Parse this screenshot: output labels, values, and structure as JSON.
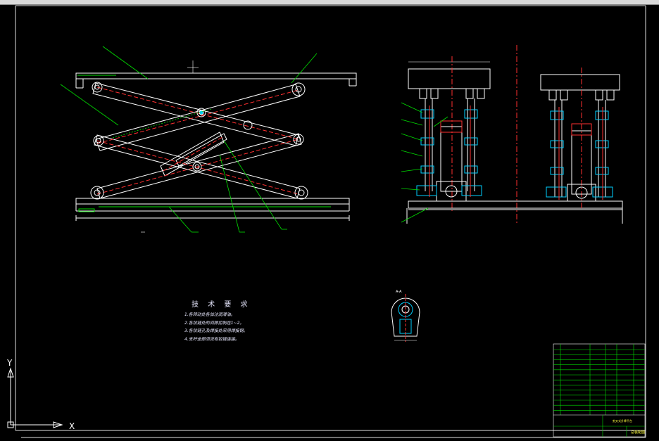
{
  "tech": {
    "title": "技 术 要 求",
    "lines": [
      "1.各转动处各加注润滑油。",
      "2.各铰链处的间隙控制在1~2。",
      "3.各铰链孔及焊接处采用焊接钢。",
      "4.支杆全部须流有铰链连接。"
    ]
  },
  "section_label": "A-A",
  "ucs": {
    "y_label": "Y",
    "x_label": "X"
  },
  "title_block": {
    "title_text": "剪叉式升降平台",
    "drawing_name": "总装配图"
  },
  "colors": {
    "background": "#000000",
    "outline": "#ffffff",
    "centerline": "#ff3030",
    "leader": "#00e000",
    "bolt_cyan": "#00d0ff",
    "frame": "#e0e0e0"
  }
}
